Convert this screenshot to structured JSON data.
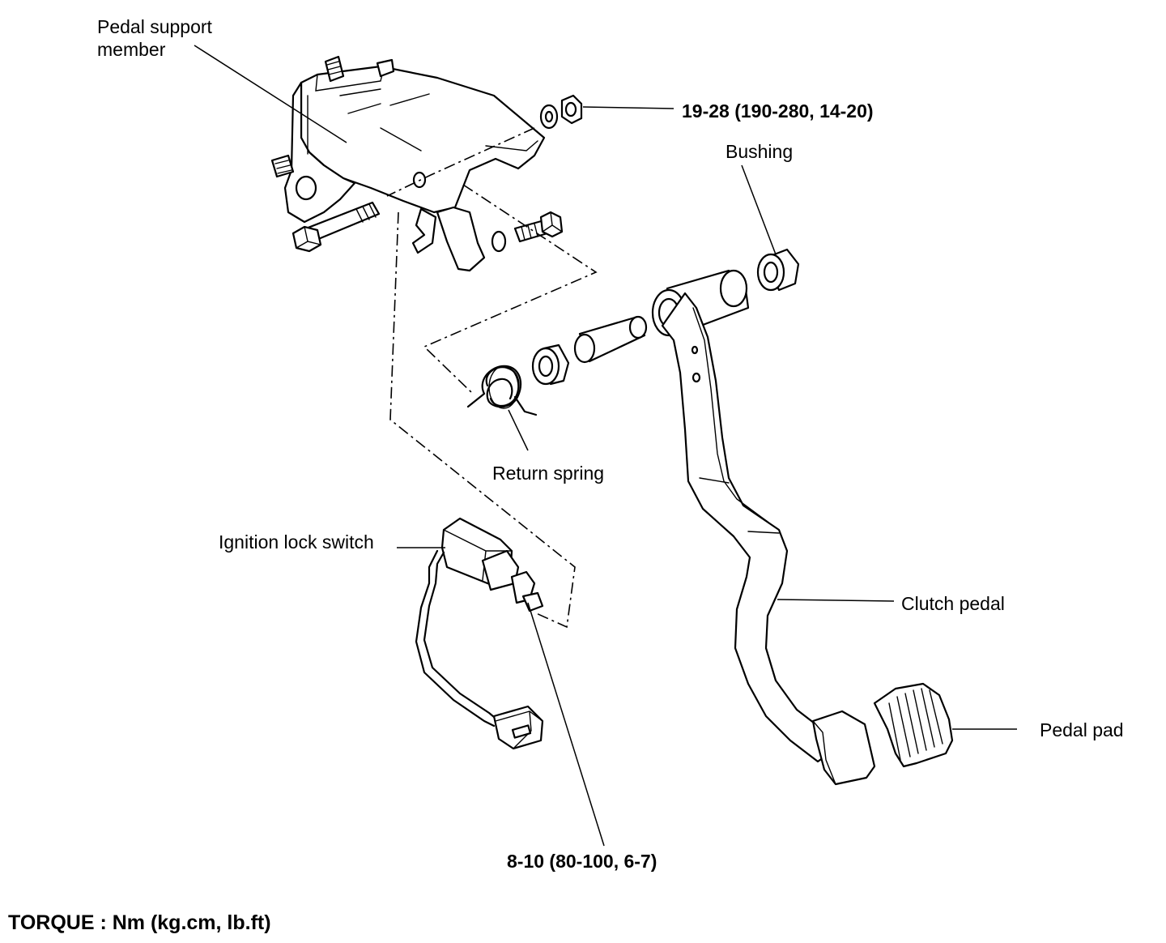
{
  "labels": {
    "pedal_support_member": "Pedal  support\nmember",
    "torque_top": "19-28 (190-280, 14-20)",
    "bushing": "Bushing",
    "return_spring": "Return spring",
    "ignition_lock_switch": "Ignition lock switch",
    "clutch_pedal": "Clutch pedal",
    "pedal_pad": "Pedal pad",
    "torque_bottom": "8-10 (80-100, 6-7)",
    "torque_units": "TORQUE : Nm (kg.cm, lb.ft)"
  }
}
